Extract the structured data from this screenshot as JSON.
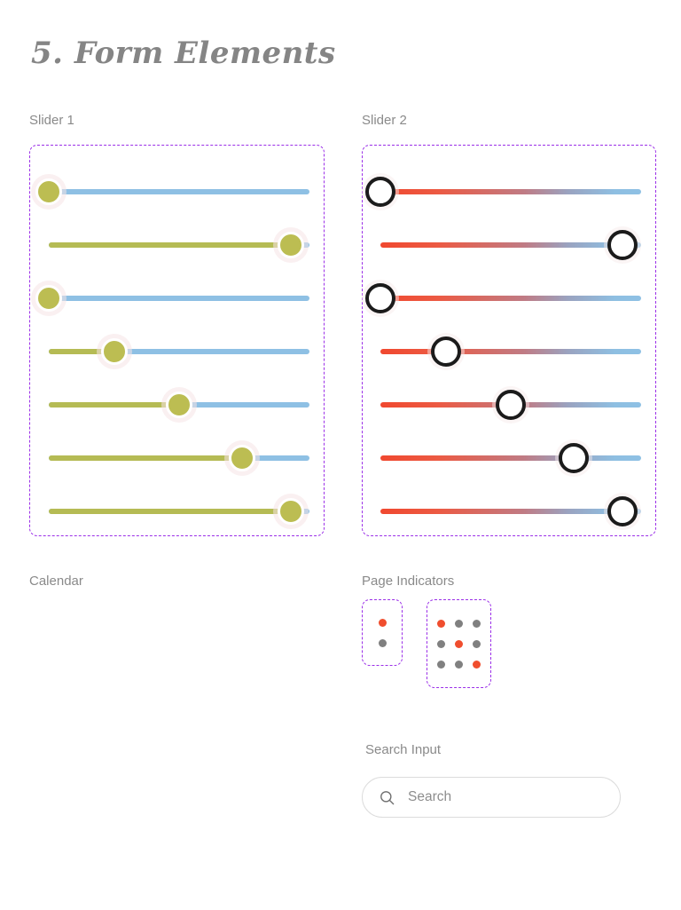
{
  "page": {
    "title": "5. Form Elements",
    "background": "#ffffff",
    "title_color": "#858585",
    "panel_border_color": "#9b2fe8"
  },
  "sections": {
    "slider1_label": "Slider 1",
    "slider2_label": "Slider 2",
    "calendar_label": "Calendar",
    "page_indicators_label": "Page Indicators",
    "search_label": "Search Input"
  },
  "slider1": {
    "thumb_color": "#bcbd52",
    "track_color": "#8ec0e4",
    "fill_color": "#b5bb54",
    "rows": [
      {
        "value": 0
      },
      {
        "value": 93
      },
      {
        "value": 0
      },
      {
        "value": 25
      },
      {
        "value": 50
      },
      {
        "value": 74
      },
      {
        "value": 93
      }
    ]
  },
  "slider2": {
    "thumb_border_color": "#1b1b1b",
    "track_gradient_from": "#f0482f",
    "track_gradient_to": "#8ec0e4",
    "rows": [
      {
        "value": 0
      },
      {
        "value": 93
      },
      {
        "value": 0
      },
      {
        "value": 25
      },
      {
        "value": 50
      },
      {
        "value": 74
      },
      {
        "value": 93
      }
    ]
  },
  "page_indicators": {
    "active_color": "#f04e2e",
    "inactive_color": "#808080",
    "vertical": {
      "count": 2,
      "active_index": 0
    },
    "grid": {
      "rows": [
        {
          "count": 3,
          "active_index": 0
        },
        {
          "count": 3,
          "active_index": 1
        },
        {
          "count": 3,
          "active_index": 2
        }
      ]
    }
  },
  "search": {
    "placeholder": "Search",
    "icon": "search-icon",
    "value": ""
  }
}
